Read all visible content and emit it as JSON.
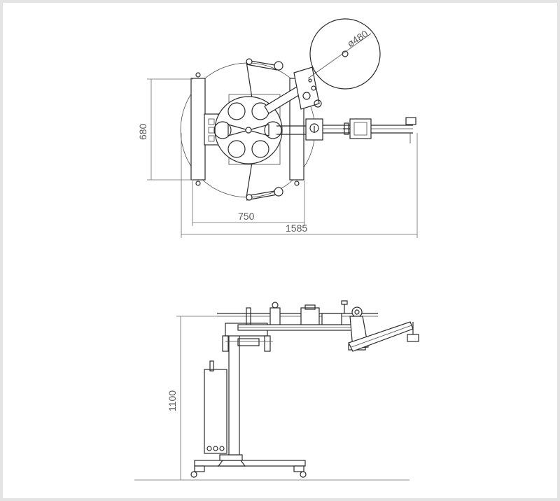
{
  "dimensions": {
    "top_height": "680",
    "top_width_base": "750",
    "top_width_total": "1585",
    "reel_diameter": "ø480",
    "side_height": "1100"
  }
}
